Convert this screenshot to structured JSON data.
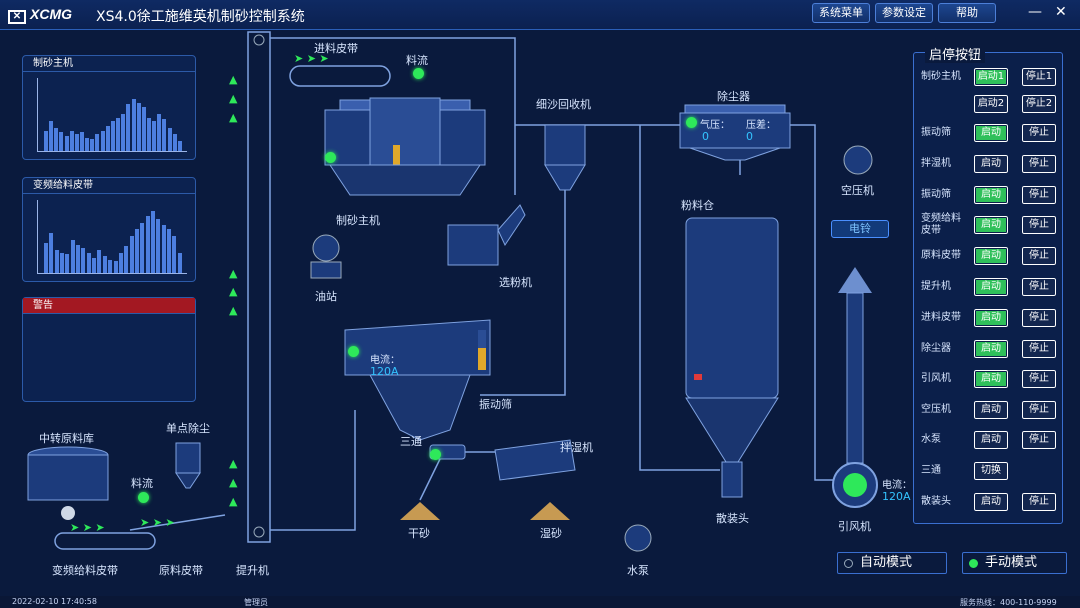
{
  "header": {
    "logo": "XCMG",
    "title": "XS4.0徐工施维英机制砂控制系统",
    "buttons": [
      "系统菜单",
      "参数设定",
      "帮助"
    ]
  },
  "left": {
    "panel1_title": "制砂主机",
    "panel2_title": "变频给料皮带",
    "alarm_title": "警告",
    "panel1_values": [
      0.3,
      0.45,
      0.35,
      0.28,
      0.22,
      0.3,
      0.25,
      0.28,
      0.2,
      0.18,
      0.25,
      0.3,
      0.38,
      0.45,
      0.5,
      0.55,
      0.7,
      0.78,
      0.72,
      0.65,
      0.5,
      0.45,
      0.55,
      0.48,
      0.35,
      0.25,
      0.15
    ],
    "panel2_values": [
      0.45,
      0.6,
      0.35,
      0.3,
      0.28,
      0.5,
      0.42,
      0.38,
      0.3,
      0.22,
      0.35,
      0.25,
      0.2,
      0.18,
      0.3,
      0.4,
      0.55,
      0.65,
      0.75,
      0.85,
      0.92,
      0.8,
      0.72,
      0.65,
      0.55,
      0.3
    ]
  },
  "process": {
    "feed_belt_in": "进料皮带",
    "material_flow": "料流",
    "sand_maker": "制砂主机",
    "oil_station": "油站",
    "fine_sand_recovery": "细沙回收机",
    "powder_separator": "选粉机",
    "vibrating_screen": "振动筛",
    "current_label": "电流：",
    "screen_current": "120A",
    "three_way": "三通",
    "wet_mixer": "拌湿机",
    "dry_sand": "干砂",
    "wet_sand": "湿砂",
    "raw_storage": "中转原料库",
    "single_dust": "单点除尘",
    "material_flow2": "料流",
    "vfd_belt": "变频给料皮带",
    "raw_belt": "原料皮带",
    "elevator": "提升机",
    "water_pump": "水泵",
    "dust_collector": "除尘器",
    "air_pressure_label": "气压：",
    "air_pressure": "0",
    "diff_pressure_label": "压差：",
    "diff_pressure": "0",
    "powder_silo": "粉料仓",
    "bulk_head": "散装头",
    "air_compressor": "空压机",
    "bell_button": "电铃",
    "induced_fan": "引风机",
    "fan_current": "120A"
  },
  "controls": {
    "title": "启停按钮",
    "rows": [
      {
        "name": "制砂主机",
        "start": "启动1",
        "start_on": true,
        "stop": "停止1"
      },
      {
        "name": "",
        "start": "启动2",
        "start_on": false,
        "stop": "停止2"
      },
      {
        "name": "振动筛",
        "start": "启动",
        "start_on": true,
        "stop": "停止"
      },
      {
        "name": "拌湿机",
        "start": "启动",
        "start_on": false,
        "stop": "停止"
      },
      {
        "name": "振动筛",
        "start": "启动",
        "start_on": true,
        "stop": "停止"
      },
      {
        "name": "变频给料皮带",
        "start": "启动",
        "start_on": true,
        "stop": "停止"
      },
      {
        "name": "原料皮带",
        "start": "启动",
        "start_on": true,
        "stop": "停止"
      },
      {
        "name": "提升机",
        "start": "启动",
        "start_on": true,
        "stop": "停止"
      },
      {
        "name": "进料皮带",
        "start": "启动",
        "start_on": true,
        "stop": "停止"
      },
      {
        "name": "除尘器",
        "start": "启动",
        "start_on": true,
        "stop": "停止"
      },
      {
        "name": "引风机",
        "start": "启动",
        "start_on": true,
        "stop": "停止"
      },
      {
        "name": "空压机",
        "start": "启动",
        "start_on": false,
        "stop": "停止"
      },
      {
        "name": "水泵",
        "start": "启动",
        "start_on": false,
        "stop": "停止"
      },
      {
        "name": "三通",
        "start": "切换",
        "start_on": false,
        "stop": ""
      },
      {
        "name": "散装头",
        "start": "启动",
        "start_on": false,
        "stop": "停止"
      }
    ],
    "auto_mode": "自动模式",
    "manual_mode": "手动模式",
    "active_mode": "manual"
  },
  "status": {
    "datetime": "2022-02-10 17:40:58",
    "user": "管理员",
    "hotline": "服务热线：400-110-9999"
  },
  "colors": {
    "background": "#0a1a3d",
    "run_green": "#2fc05a",
    "value_blue": "#33c3ff",
    "alarm_red": "#a31822"
  }
}
